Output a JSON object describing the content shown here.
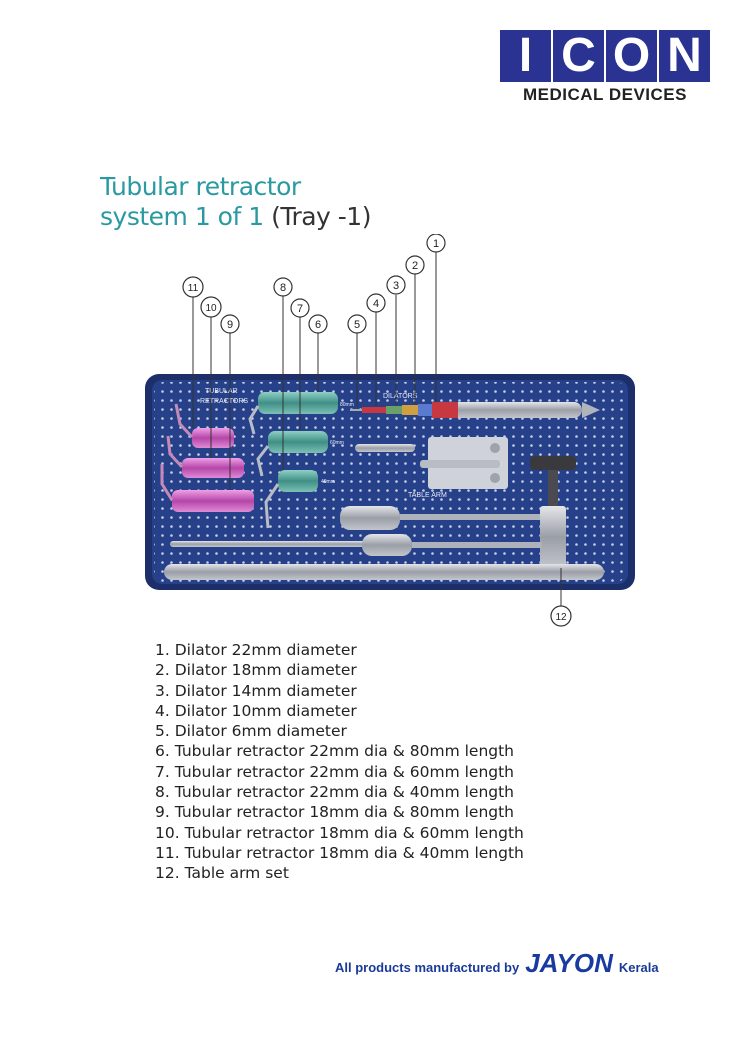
{
  "logo": {
    "letters": [
      "I",
      "C",
      "O",
      "N"
    ],
    "subtitle": "MEDICAL DEVICES"
  },
  "title": {
    "line1": "Tubular retractor",
    "line2_teal": "system 1 of 1",
    "line2_dark": "(Tray -1)"
  },
  "figure": {
    "callouts": [
      "1",
      "2",
      "3",
      "4",
      "5",
      "6",
      "7",
      "8",
      "9",
      "10",
      "11",
      "12"
    ],
    "tray_labels": {
      "tubular": "TUBULAR",
      "retractors": "RETRACTORS",
      "dilators": "DILATORS",
      "table_arm": "TABLE ARM"
    },
    "size_labels": [
      "80mm",
      "60mm",
      "40mm"
    ]
  },
  "items": [
    "1. Dilator 22mm diameter",
    "2. Dilator 18mm diameter",
    "3. Dilator 14mm diameter",
    "4. Dilator 10mm diameter",
    "5. Dilator 6mm diameter",
    "6. Tubular retractor 22mm dia & 80mm length",
    "7. Tubular retractor 22mm dia & 60mm length",
    "8. Tubular retractor 22mm dia & 40mm length",
    "9. Tubular retractor 18mm dia & 80mm length",
    "10. Tubular retractor 18mm dia & 60mm length",
    "11. Tubular retractor 18mm dia & 40mm length",
    "12. Table arm set"
  ],
  "footer": {
    "prefix": "All products manufactured by",
    "brand": "JAYON",
    "suffix": "Kerala"
  },
  "colors": {
    "logo_blue": "#2a3391",
    "title_teal": "#2a9aa0",
    "tray_navy": "#1c2f6a",
    "footer_blue": "#1a3a9a"
  }
}
